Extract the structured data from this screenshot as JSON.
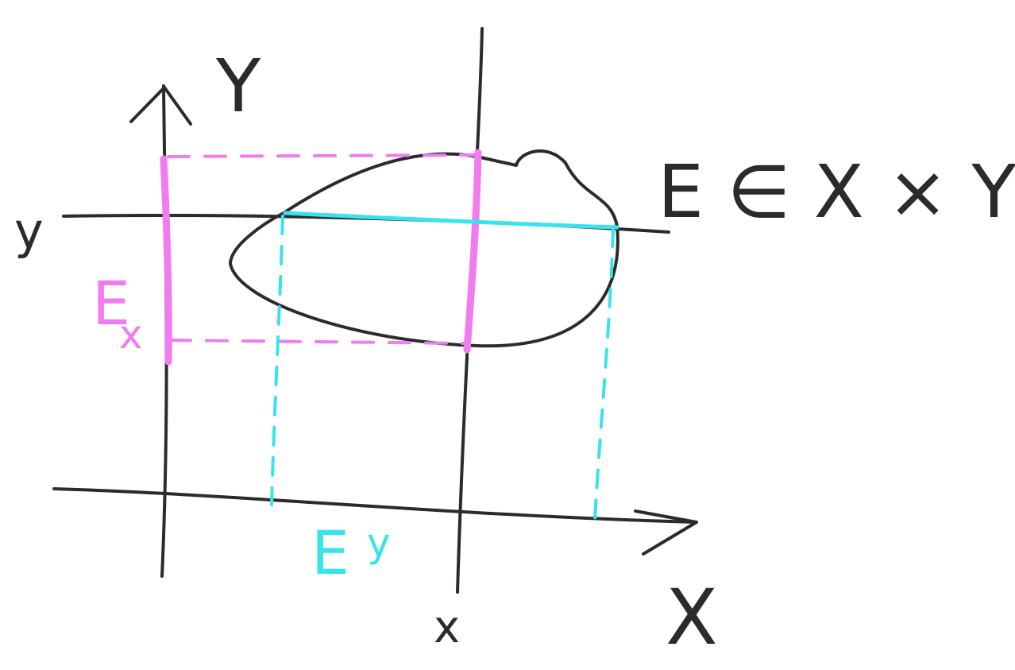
{
  "colors": {
    "ink": "#2b2b2b",
    "pink": "#f07cf0",
    "cyan": "#38e4ec",
    "background": "#ffffff"
  },
  "labels": {
    "y_axis": "Y",
    "x_axis": "X",
    "y_mark": "y",
    "x_mark": "x",
    "set_statement": "E ∈ X × Y",
    "section_x": "E",
    "section_x_sub": "x",
    "section_y": "E",
    "section_y_sup": "y"
  }
}
